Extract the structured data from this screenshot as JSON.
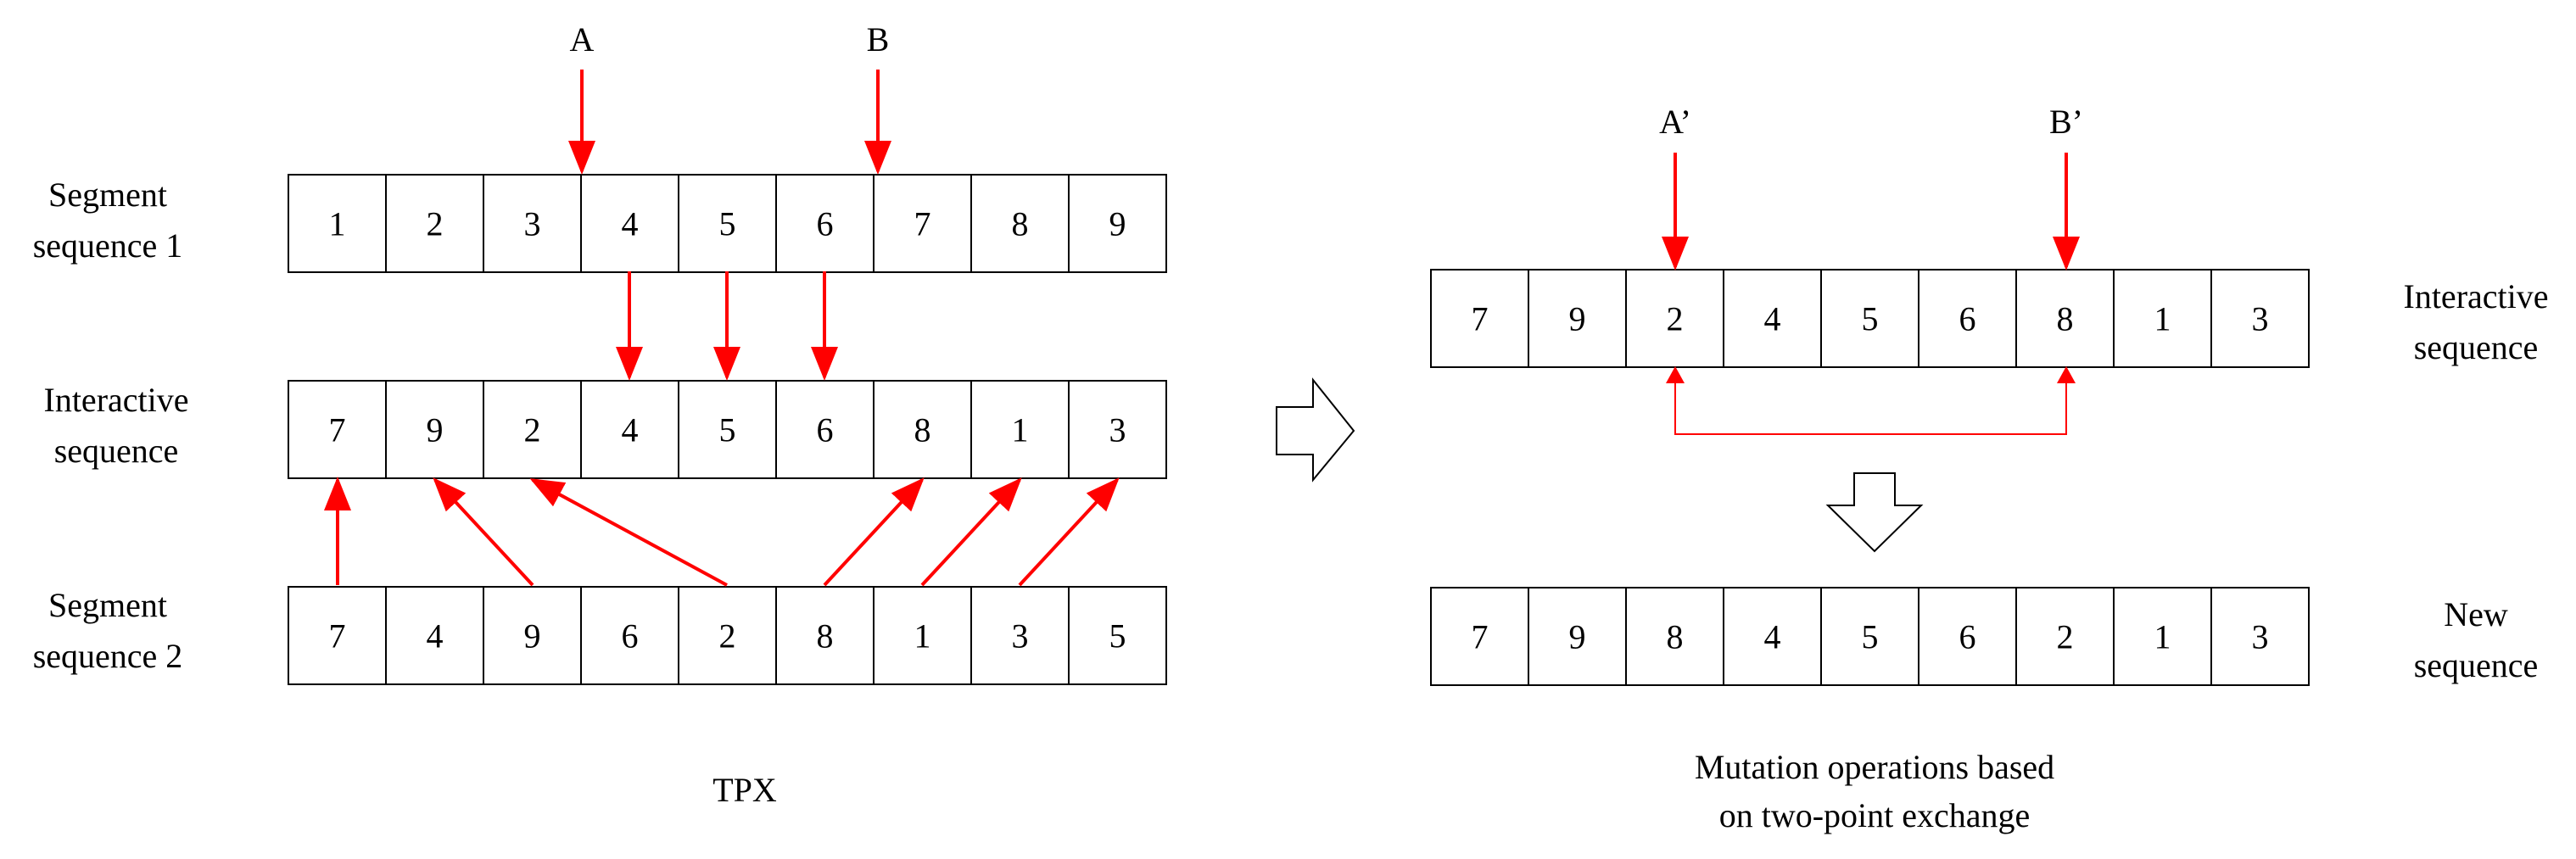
{
  "left": {
    "marker_a": "A",
    "marker_b": "B",
    "row1_label": [
      "Segment",
      "sequence 1"
    ],
    "row2_label": [
      "Interactive",
      "sequence"
    ],
    "row3_label": [
      "Segment",
      "sequence 2"
    ],
    "segment_sequence_1": [
      "1",
      "2",
      "3",
      "4",
      "5",
      "6",
      "7",
      "8",
      "9"
    ],
    "interactive_sequence": [
      "7",
      "9",
      "2",
      "4",
      "5",
      "6",
      "8",
      "1",
      "3"
    ],
    "segment_sequence_2": [
      "7",
      "4",
      "9",
      "6",
      "2",
      "8",
      "1",
      "3",
      "5"
    ],
    "caption": "TPX"
  },
  "right": {
    "marker_a": "A’",
    "marker_b": "B’",
    "row1_label": [
      "Interactive",
      "sequence"
    ],
    "row2_label": [
      "New",
      "sequence"
    ],
    "interactive_sequence": [
      "7",
      "9",
      "2",
      "4",
      "5",
      "6",
      "8",
      "1",
      "3"
    ],
    "new_sequence": [
      "7",
      "9",
      "8",
      "4",
      "5",
      "6",
      "2",
      "1",
      "3"
    ],
    "caption": [
      "Mutation operations based",
      "on two-point exchange"
    ]
  },
  "colors": {
    "arrow": "#ff0000",
    "cell_border": "#000000",
    "block_arrow": "#000000"
  }
}
